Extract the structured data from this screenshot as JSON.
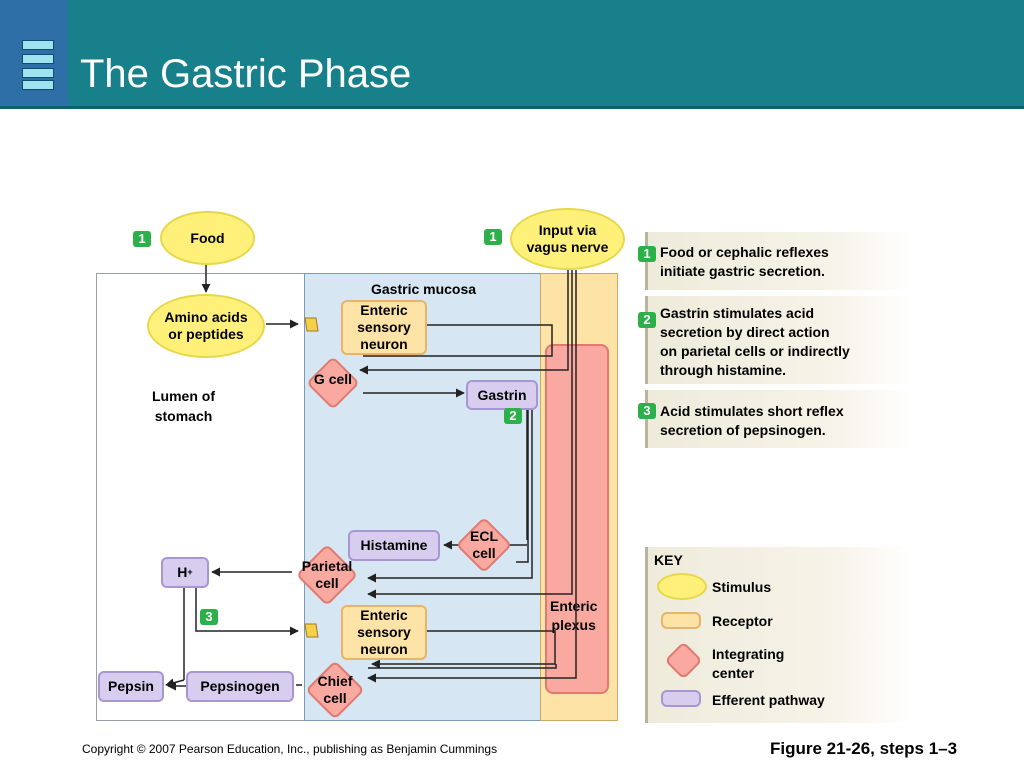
{
  "header": {
    "title": "The Gastric Phase"
  },
  "diagram": {
    "region_labels": {
      "gastric_mucosa": "Gastric mucosa",
      "lumen": "Lumen of\nstomach",
      "enteric_plexus": "Enteric\nplexus"
    },
    "nodes": {
      "food": "Food",
      "vagus": "Input via\nvagus nerve",
      "amino": "Amino acids\nor peptides",
      "enteric_neuron_1": "Enteric\nsensory\nneuron",
      "g_cell": "G cell",
      "gastrin": "Gastrin",
      "histamine": "Histamine",
      "ecl_cell": "ECL\ncell",
      "parietal_cell": "Parietal\ncell",
      "h_plus": "H",
      "h_plus_sup": "+",
      "enteric_neuron_2": "Enteric\nsensory\nneuron",
      "chief_cell": "Chief\ncell",
      "pepsin": "Pepsin",
      "pepsinogen": "Pepsinogen"
    },
    "badges": {
      "food": "1",
      "vagus": "1",
      "gastrin": "2",
      "h_plus": "3"
    }
  },
  "steps": [
    {
      "num": "1",
      "text": "Food or cephalic reflexes\ninitiate gastric secretion."
    },
    {
      "num": "2",
      "text": "Gastrin stimulates acid\nsecretion by direct action\non parietal cells or indirectly\nthrough histamine."
    },
    {
      "num": "3",
      "text": "Acid stimulates short reflex\nsecretion of pepsinogen."
    }
  ],
  "key": {
    "title": "KEY",
    "items": [
      {
        "label": "Stimulus"
      },
      {
        "label": "Receptor"
      },
      {
        "label": "Integrating\ncenter"
      },
      {
        "label": "Efferent pathway"
      }
    ]
  },
  "footer": {
    "copyright": "Copyright © 2007 Pearson Education, Inc., publishing as Benjamin Cummings",
    "figure": "Figure 21-26, steps 1–3"
  },
  "colors": {
    "header": "#17808a",
    "stimulus": "#fff07a",
    "receptor": "#fde3a6",
    "integrating": "#f9a9a0",
    "efferent": "#d8cdee",
    "badge": "#2bb04a",
    "mucosa": "#d6e6f2",
    "plexus": "#fde3a6"
  }
}
